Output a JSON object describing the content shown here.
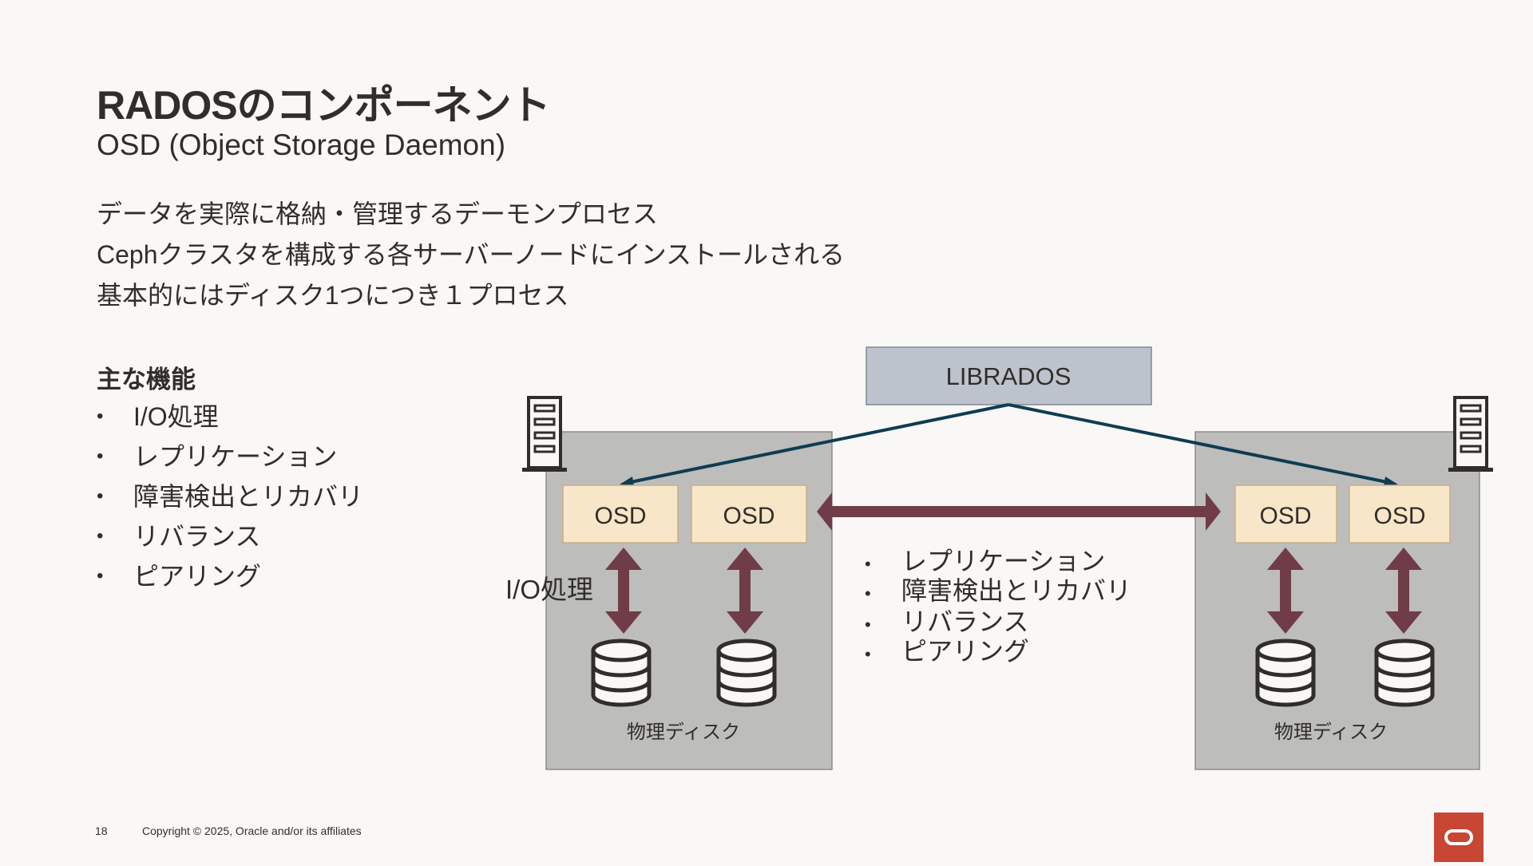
{
  "header": {
    "title": "RADOSのコンポーネント",
    "subtitle": "OSD (Object Storage Daemon)"
  },
  "intro": [
    "データを実際に格納・管理するデーモンプロセス",
    "Cephクラスタを構成する各サーバーノードにインストールされる",
    "基本的にはディスク1つにつき１プロセス"
  ],
  "features": {
    "title": "主な機能",
    "bullet": "•",
    "items": [
      "I/O処理",
      "レプリケーション",
      "障害検出とリカバリ",
      "リバランス",
      "ピアリング"
    ]
  },
  "diagram": {
    "librados_label": "LIBRADOS",
    "osd_label": "OSD",
    "io_label": "I/O処理",
    "disk_label": "物理ディスク",
    "bullet": "•",
    "peer_functions": [
      "レプリケーション",
      "障害検出とリカバリ",
      "リバランス",
      "ピアリング"
    ],
    "colors": {
      "node_box": "#BDBDBC",
      "osd_box": "#F8E6C8",
      "librados_box": "#BCC3CC",
      "arrow": "#6F3C47",
      "connector": "#0E3D52",
      "icon": "#312D2A"
    }
  },
  "footer": {
    "page_number": "18",
    "copyright": "Copyright © 2025, Oracle and/or its affiliates"
  },
  "brand": {
    "logo": "oracle-logo",
    "color": "#C74634"
  }
}
